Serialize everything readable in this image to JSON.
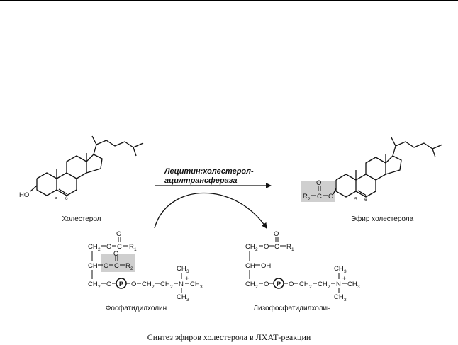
{
  "enzyme": {
    "line1": "Лецитин:холестерол-",
    "line2": "ацилтрансфераза"
  },
  "labels": {
    "cholesterol": "Холестерол",
    "cholesterol_ester": "Эфир холестерола",
    "phosphatidylcholine": "Фосфатидилхолин",
    "lysophosphatidylcholine": "Лизофосфатидилхолин"
  },
  "caption": "Синтез эфиров холестерола в ЛХАТ-реакции",
  "atoms": {
    "ho": "HO",
    "c5": "5",
    "c6": "6",
    "r1": "R",
    "r1_sub": "1",
    "r2": "R",
    "r2_sub": "2",
    "c": "C",
    "o": "O",
    "p": "P",
    "ch2": "CH",
    "ch2_sub": "2",
    "ch": "CH",
    "oh": "OH",
    "n": "N",
    "plus": "+",
    "ch3": "CH",
    "ch3_sub": "3"
  },
  "colors": {
    "highlight": "#cfcfcf",
    "ink": "#111111"
  }
}
